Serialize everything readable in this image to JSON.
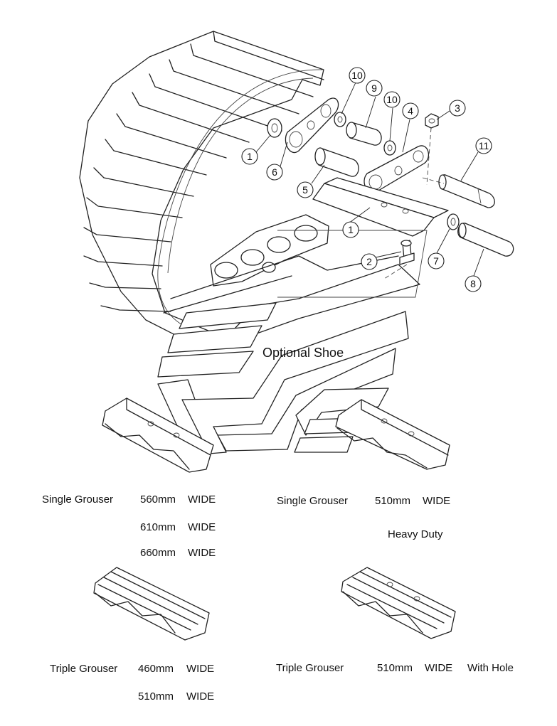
{
  "callouts": [
    {
      "num": "1",
      "part": "track-shoe"
    },
    {
      "num": "2",
      "part": "shoe-bolt"
    },
    {
      "num": "3",
      "part": "shoe-nut"
    },
    {
      "num": "4",
      "part": "link-right"
    },
    {
      "num": "5",
      "part": "link-left"
    },
    {
      "num": "6",
      "part": "bushing"
    },
    {
      "num": "7",
      "part": "seal"
    },
    {
      "num": "7",
      "part": "seal"
    },
    {
      "num": "8",
      "part": "track-pin"
    },
    {
      "num": "9",
      "part": "master-bushing"
    },
    {
      "num": "10",
      "part": "spacer"
    },
    {
      "num": "10",
      "part": "spacer"
    },
    {
      "num": "11",
      "part": "master-pin"
    }
  ],
  "optional_title": "Optional Shoe",
  "shoes": {
    "single_left": {
      "type": "Single Grouser",
      "sizes": [
        "560mm",
        "610mm",
        "660mm"
      ],
      "unit": "WIDE"
    },
    "single_right": {
      "type": "Single Grouser",
      "sizes": [
        "510mm"
      ],
      "unit": "WIDE",
      "note": "Heavy Duty"
    },
    "triple_left": {
      "type": "Triple Grouser",
      "sizes": [
        "460mm",
        "510mm"
      ],
      "unit": "WIDE"
    },
    "triple_right": {
      "type": "Triple Grouser",
      "sizes": [
        "510mm"
      ],
      "unit": "WIDE",
      "note": "With Hole"
    }
  }
}
